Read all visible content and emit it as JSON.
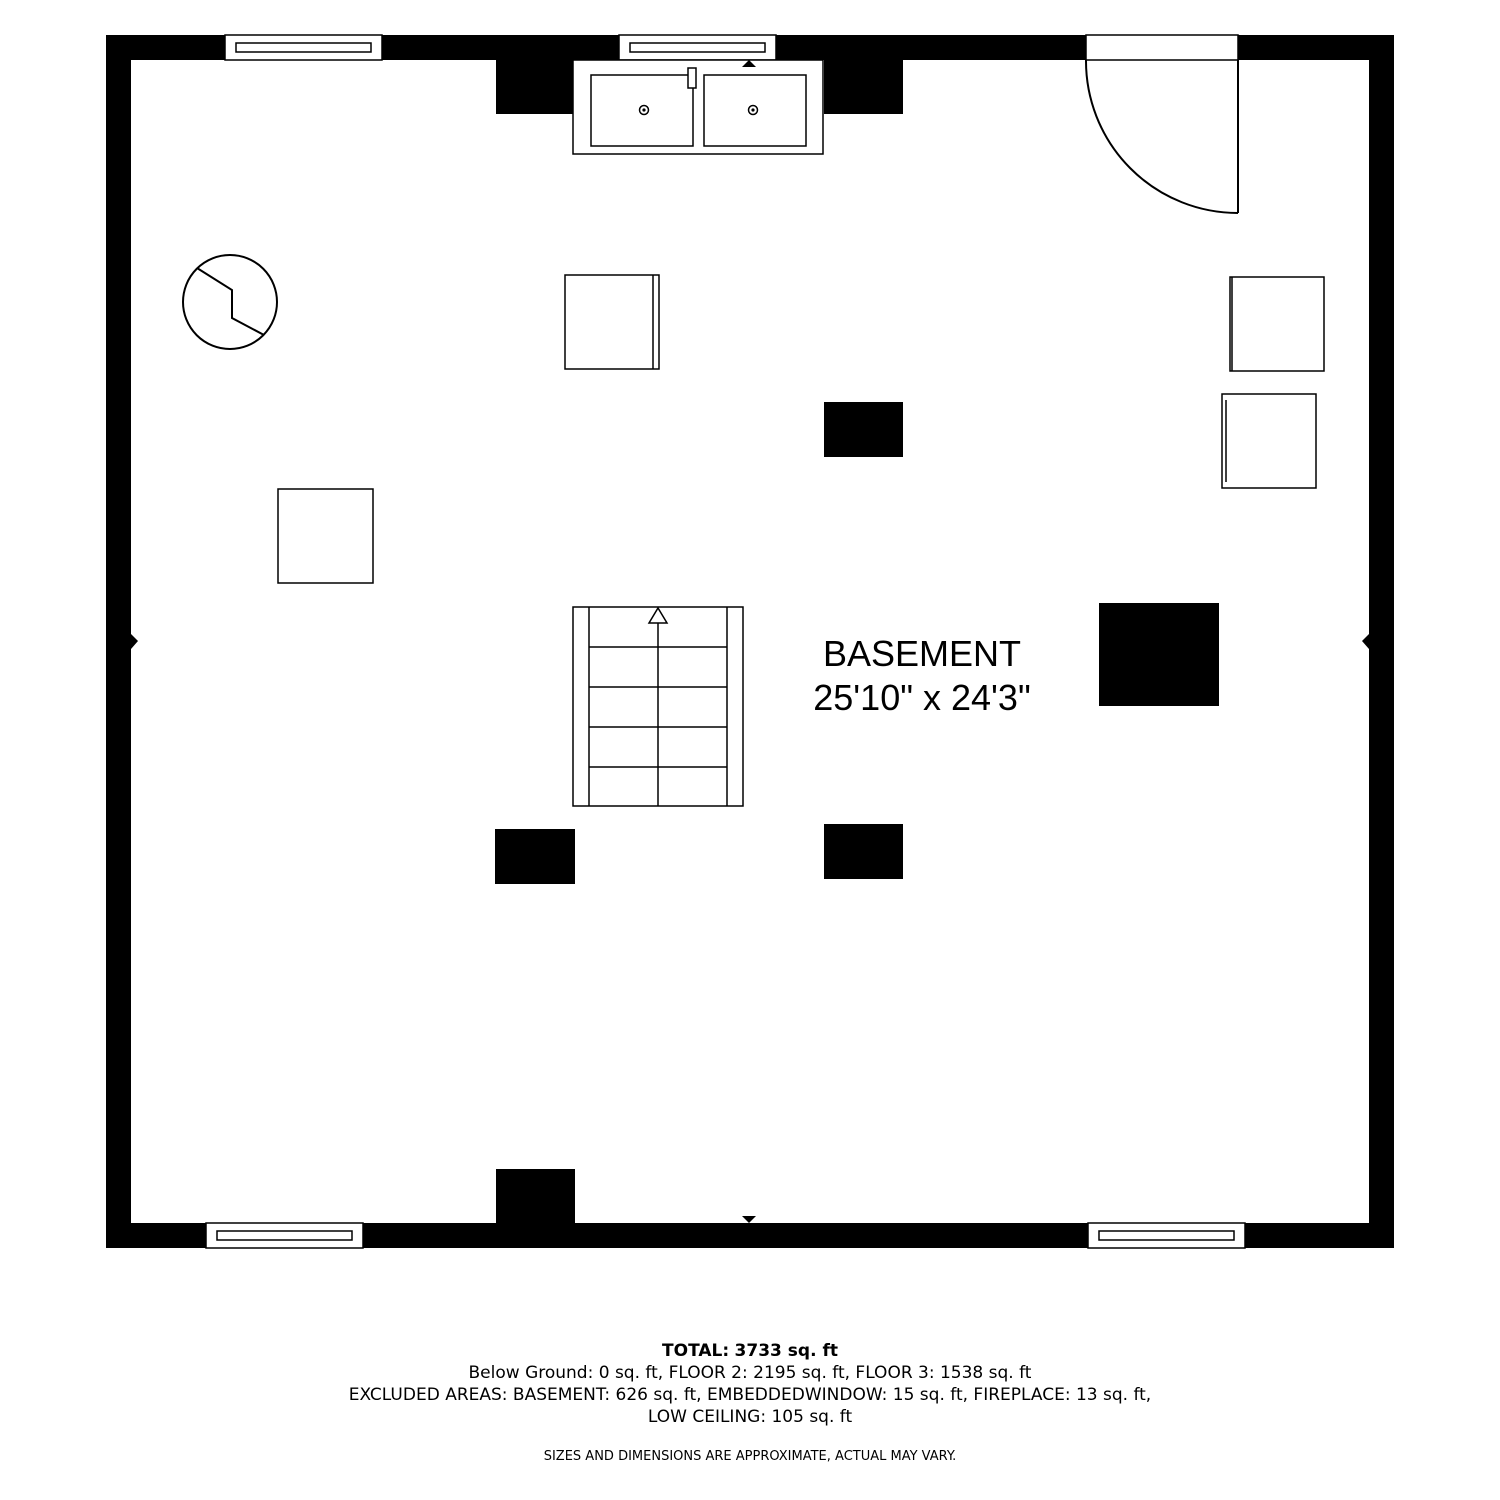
{
  "room": {
    "name": "BASEMENT",
    "dimensions": "25'10\" x 24'3\""
  },
  "summary": {
    "total_label": "TOTAL:",
    "total_value": "3733 sq. ft",
    "line1": "Below Ground: 0 sq. ft, FLOOR 2: 2195 sq. ft, FLOOR 3: 1538 sq. ft",
    "line2": "EXCLUDED AREAS: BASEMENT: 626 sq. ft, EMBEDDEDWINDOW: 15 sq. ft, FIREPLACE: 13 sq. ft,",
    "line3": "LOW CEILING: 105 sq. ft",
    "disclaimer": "SIZES AND DIMENSIONS ARE APPROXIMATE, ACTUAL MAY VARY."
  },
  "colors": {
    "wall": "#000000",
    "floor": "#ffffff",
    "line": "#000000"
  },
  "icons": [
    "electrical-panel-icon",
    "stairs-up-arrow-icon",
    "drain-icon",
    "door-swing-icon"
  ]
}
